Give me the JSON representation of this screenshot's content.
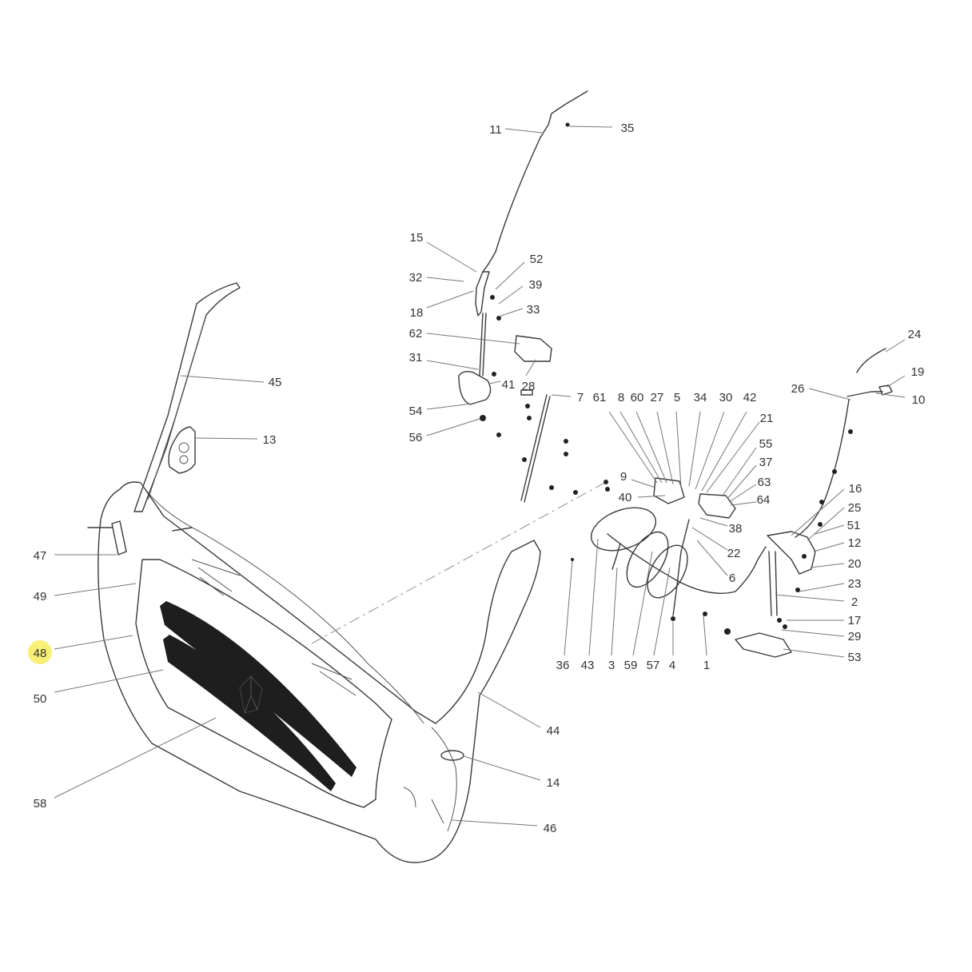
{
  "diagram": {
    "highlight_color": "#f6ec5e",
    "highlighted_callout": "48",
    "callouts": [
      "11",
      "35",
      "15",
      "32",
      "52",
      "39",
      "18",
      "33",
      "62",
      "31",
      "41",
      "28",
      "54",
      "56",
      "7",
      "61",
      "8",
      "60",
      "27",
      "5",
      "34",
      "30",
      "42",
      "21",
      "55",
      "37",
      "63",
      "64",
      "9",
      "40",
      "38",
      "22",
      "6",
      "24",
      "19",
      "26",
      "10",
      "16",
      "25",
      "51",
      "12",
      "20",
      "23",
      "2",
      "17",
      "29",
      "53",
      "36",
      "43",
      "3",
      "59",
      "57",
      "4",
      "1",
      "45",
      "13",
      "47",
      "49",
      "48",
      "50",
      "58",
      "44",
      "14",
      "46"
    ]
  }
}
